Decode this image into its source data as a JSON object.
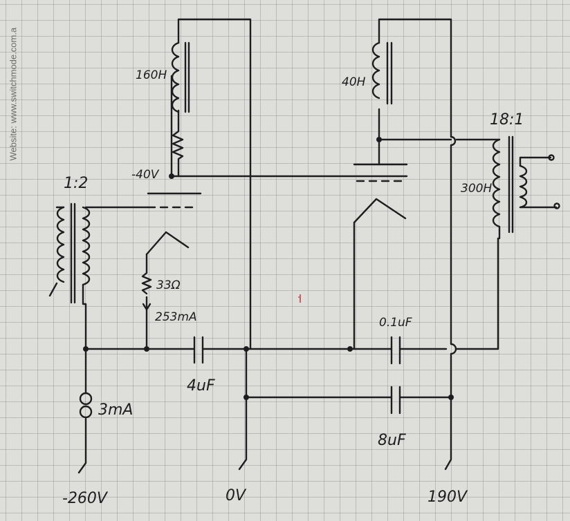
{
  "watermark": "Website:  www.switchmode.com.a",
  "ink_color": "#1d1d1f",
  "paper_color": "#dededb",
  "labels": {
    "choke_160h": "160H",
    "choke_40h": "40H",
    "ratio_18_1": "18:1",
    "ratio_1_2": "1:2",
    "grid_bias": "-40V",
    "resistor_33": "33Ω",
    "current_253": "253mA",
    "cap_4uf": "4uF",
    "cap_01uf": "0.1uF",
    "cap_8uf": "8uF",
    "source_3ma": "3mA",
    "primary_300h": "300H",
    "rail_neg260": "-260V",
    "rail_0v": "0V",
    "rail_190v": "190V"
  }
}
